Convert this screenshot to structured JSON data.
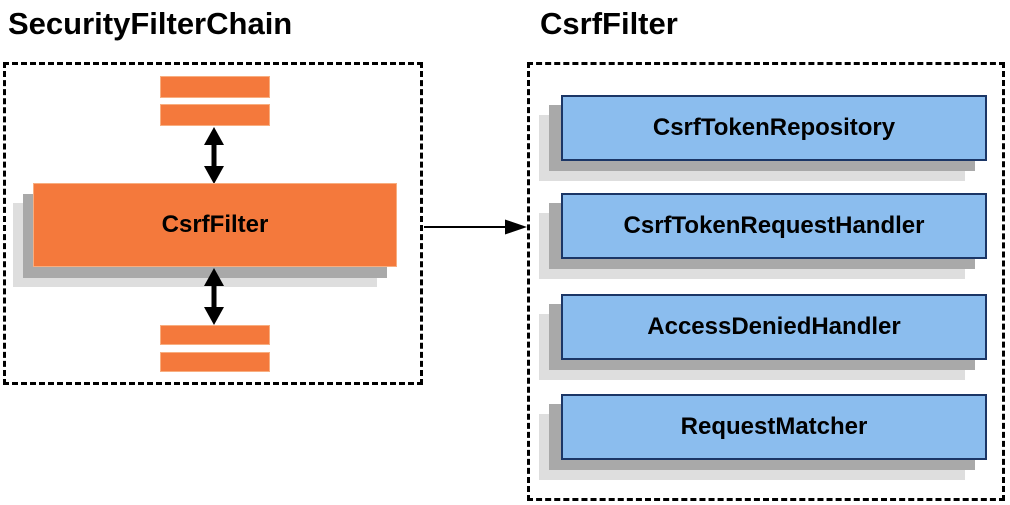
{
  "diagram": {
    "left_panel": {
      "title": "SecurityFilterChain",
      "center_box_label": "CsrfFilter"
    },
    "right_panel": {
      "title": "CsrfFilter",
      "components": [
        "CsrfTokenRepository",
        "CsrfTokenRequestHandler",
        "AccessDeniedHandler",
        "RequestMatcher"
      ]
    },
    "colors": {
      "orange_fill": "#F4793C",
      "blue_fill": "#8BBDEE",
      "blue_border": "#1B3666",
      "shadow_dark": "#A9A9A9",
      "shadow_light": "#DEDEDE",
      "dashed_border": "#000000"
    }
  }
}
